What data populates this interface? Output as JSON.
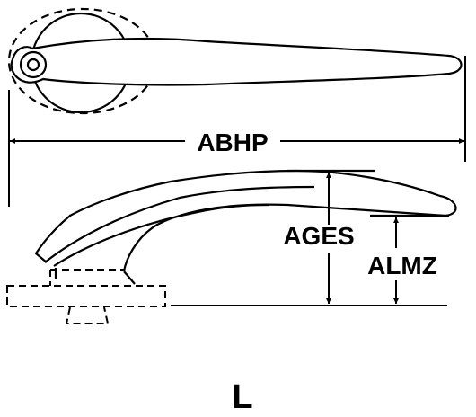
{
  "labels": {
    "overall_length": "ABHP",
    "handle_height": "AGES",
    "lever_height": "ALMZ",
    "figure_letter": "L"
  },
  "colors": {
    "ink": "#000000",
    "background": "#ffffff"
  }
}
